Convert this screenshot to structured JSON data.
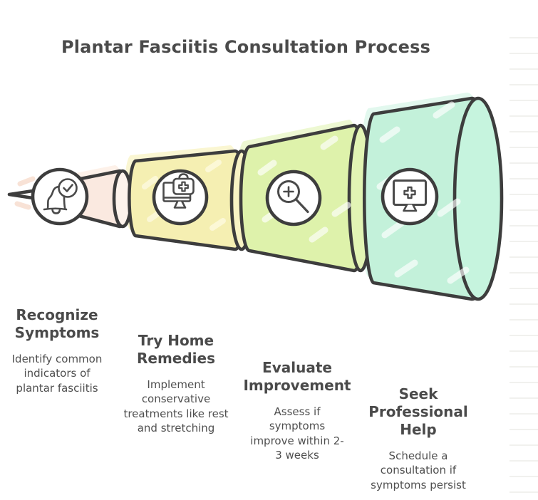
{
  "title": "Plantar Fasciitis Consultation Process",
  "diagram_type": "funnel-process",
  "steps": [
    {
      "heading": "Recognize Symptoms",
      "description": "Identify common indicators of plantar fasciitis",
      "icon": "bell-check-icon",
      "color": "#fae9e0",
      "cap_color": "#fdf3ec",
      "halo_color": "#fdf1e9"
    },
    {
      "heading": "Try Home Remedies",
      "description": "Implement conservative treatments like rest and stretching",
      "icon": "monitor-first-aid-icon",
      "color": "#f5efb2",
      "cap_color": "#f8f3c4",
      "halo_color": "#faf6d2"
    },
    {
      "heading": "Evaluate Improvement",
      "description": "Assess if symptoms improve within 2-3 weeks",
      "icon": "magnifier-plus-icon",
      "color": "#def2ab",
      "cap_color": "#e2f4b4",
      "halo_color": "#edf8d2"
    },
    {
      "heading": "Seek Professional Help",
      "description": "Schedule a consultation if symptoms persist",
      "icon": "monitor-cross-icon",
      "color": "#c3f1da",
      "cap_color": "#c6f4de",
      "halo_color": "#e2f8ee"
    }
  ],
  "colors": {
    "outline": "#3d3d3d",
    "icon_stroke": "#4a4a4a",
    "title_text": "#4a4a4a",
    "heading_text": "#4a4a4a",
    "body_text": "#4f4f4f",
    "background": "#ffffff",
    "ruled_line": "#f1f1ee"
  }
}
